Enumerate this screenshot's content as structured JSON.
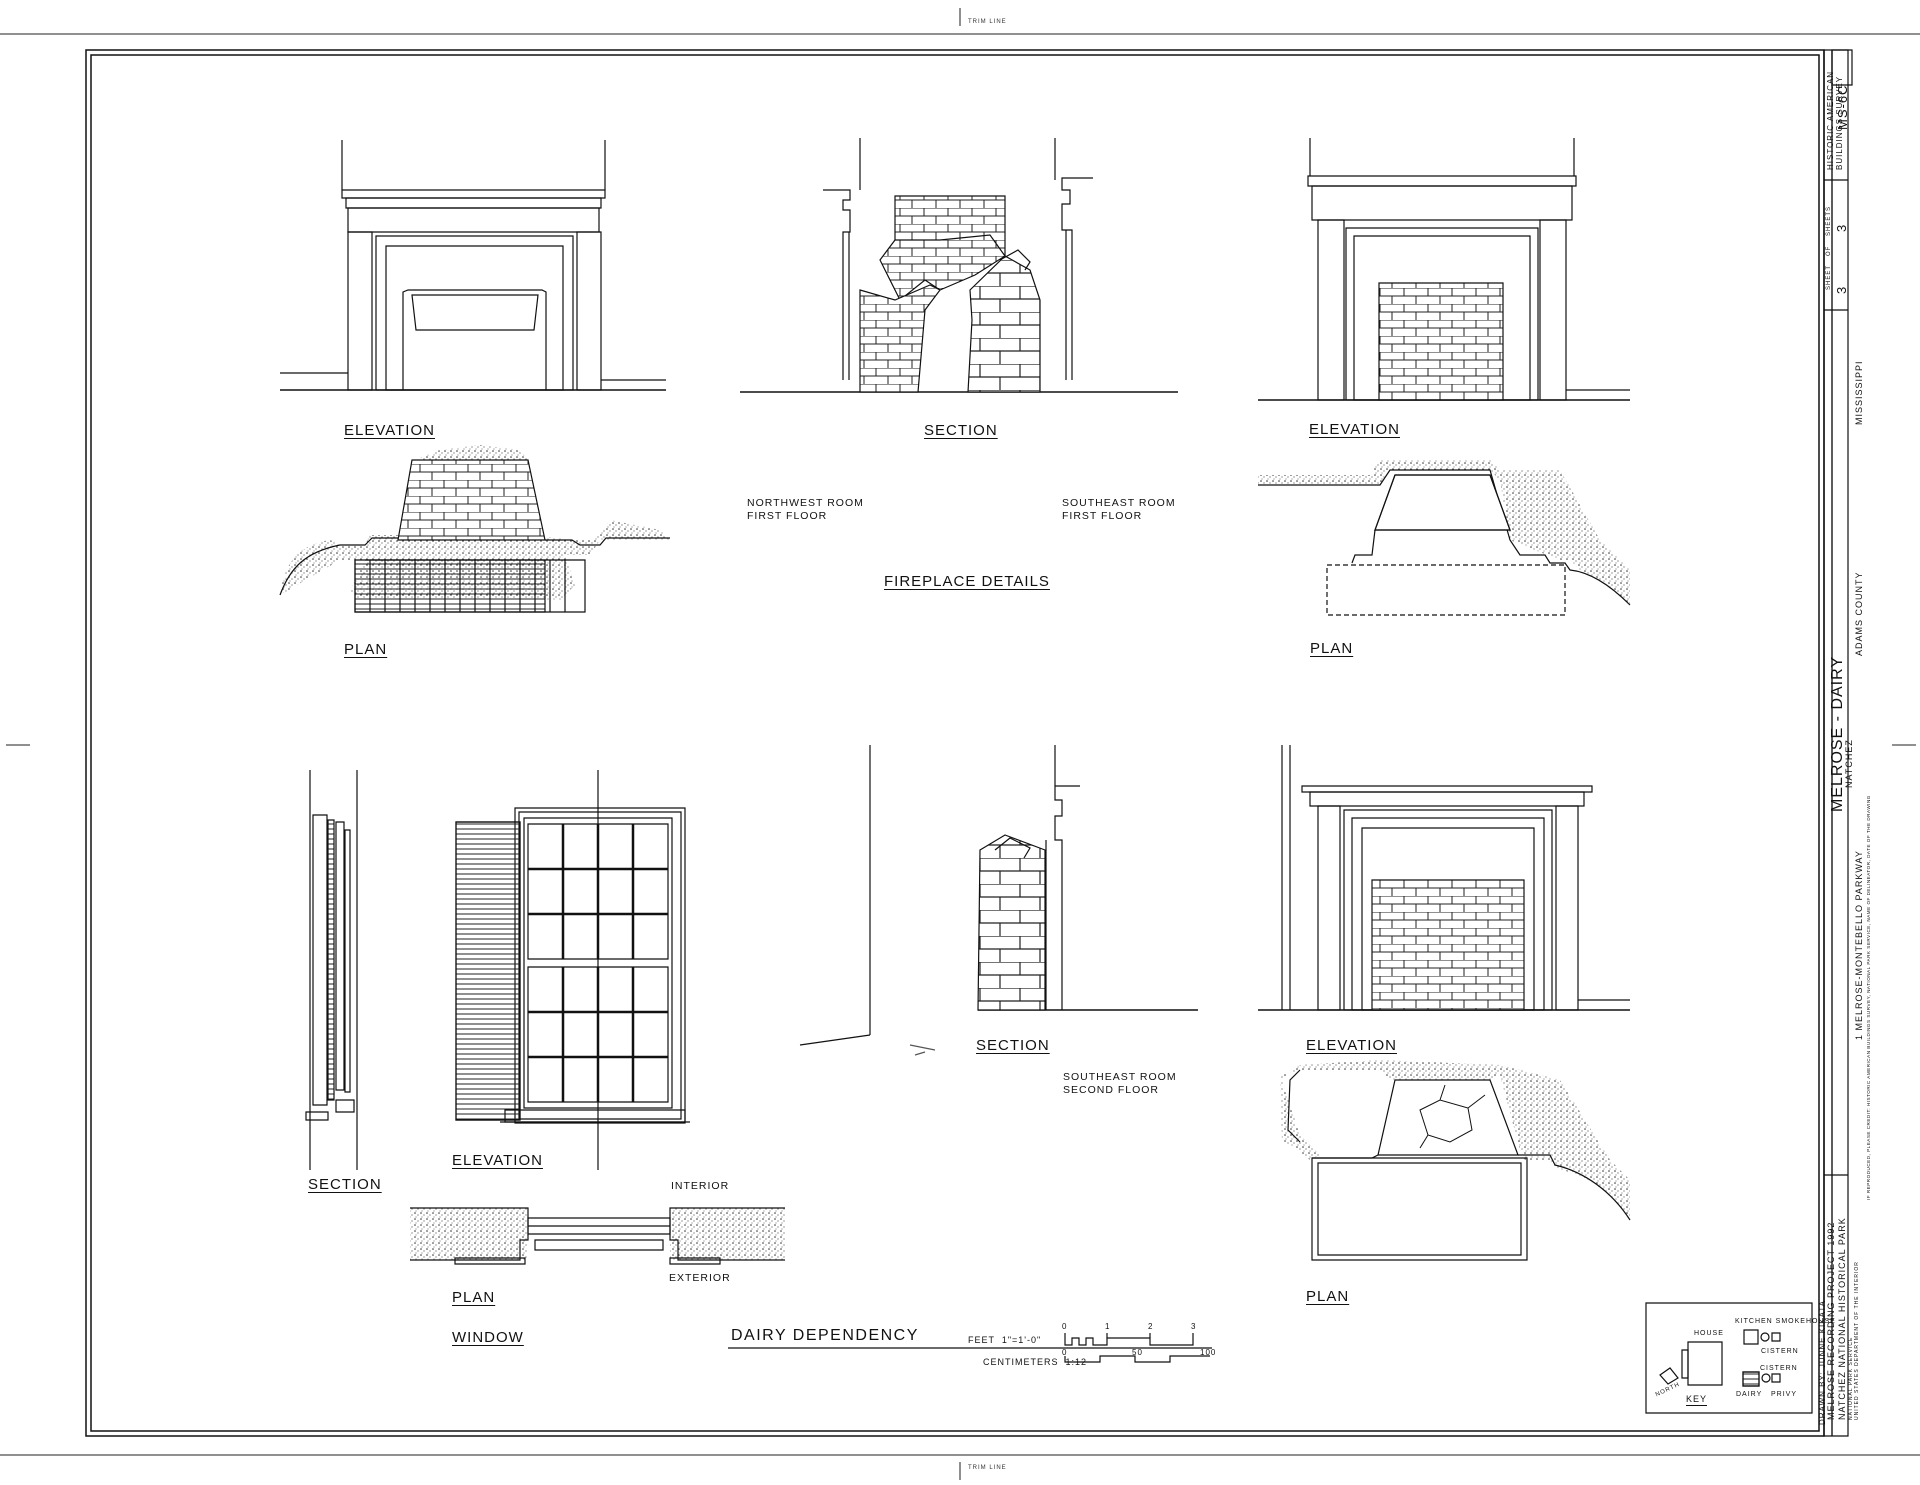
{
  "trim_line": "TRIM LINE",
  "labels": {
    "elev_1": "ELEVATION",
    "section_1": "SECTION",
    "elev_2": "ELEVATION",
    "plan_1": "PLAN",
    "plan_2": "PLAN",
    "nw_room": "NORTHWEST ROOM\nFIRST FLOOR",
    "se_room_1": "SOUTHEAST ROOM\nFIRST FLOOR",
    "fireplace_details": "FIREPLACE DETAILS",
    "section_2": "SECTION",
    "se_room_2": "SOUTHEAST ROOM\nSECOND FLOOR",
    "elev_3": "ELEVATION",
    "section_3": "SECTION",
    "elev_window": "ELEVATION",
    "interior": "INTERIOR",
    "exterior": "EXTERIOR",
    "plan_window": "PLAN",
    "plan_3": "PLAN",
    "window": "WINDOW",
    "dairy_dependency": "DAIRY DEPENDENCY"
  },
  "scale": {
    "feet_label": "FEET  1\"=1'-0\"",
    "feet_ticks": [
      "0",
      "1",
      "2",
      "3"
    ],
    "cm_label": "CENTIMETERS  1:12",
    "cm_ticks": [
      "0",
      "50",
      "100"
    ]
  },
  "key": {
    "title": "KEY",
    "house": "HOUSE",
    "kitchen_smokehouse": "KITCHEN SMOKEHOUSE",
    "cistern_1": "CISTERN",
    "cistern_2": "CISTERN",
    "dairy": "DAIRY",
    "privy": "PRIVY",
    "north": "NORTH"
  },
  "title_block": {
    "survey": "HISTORIC AMERICAN\nBUILDINGS SURVEY",
    "survey_no": "MS-6C",
    "sheet_label": "SHEET",
    "of_label": "OF",
    "sheets_label": "SHEETS",
    "sheet_no": "3",
    "sheets_total": "3",
    "building": "MELROSE - DAIRY",
    "city": "NATCHEZ",
    "address": "1 MELROSE-MONTEBELLO PARKWAY",
    "county": "ADAMS COUNTY",
    "state": "MISSISSIPPI",
    "credit": "IF REPRODUCED, PLEASE CREDIT: HISTORIC AMERICAN BUILDINGS SURVEY, NATIONAL PARK SERVICE, NAME OF DELINEATOR, DATE OF THE DRAWING",
    "project": "MELROSE RECORDING PROJECT 1992",
    "park": "NATCHEZ NATIONAL HISTORICAL PARK",
    "drawn_by": "DRAWN BY: JUNNE KIKATA",
    "nps": "NATIONAL PARK SERVICE\nUNITED STATES DEPARTMENT OF THE INTERIOR"
  }
}
